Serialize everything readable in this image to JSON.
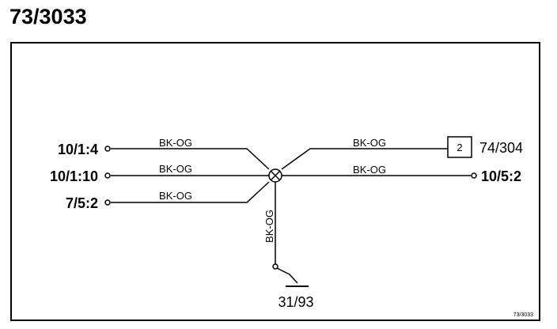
{
  "title": "73/3033",
  "connectors": {
    "left_top": "10/1:4",
    "left_mid": "10/1:10",
    "left_bottom": "7/5:2",
    "right_top": "74/304",
    "right_bottom": "10/5:2",
    "ground": "31/93"
  },
  "wires": {
    "left_top": "BK-OG",
    "left_mid": "BK-OG",
    "left_bottom": "BK-OG",
    "right_top": "BK-OG",
    "right_bottom": "BK-OG",
    "down": "BK-OG"
  },
  "component_box_label": "2",
  "footer_ref": "73/3033",
  "icons": [
    "splice-icon",
    "ground-icon",
    "terminal-icon"
  ]
}
